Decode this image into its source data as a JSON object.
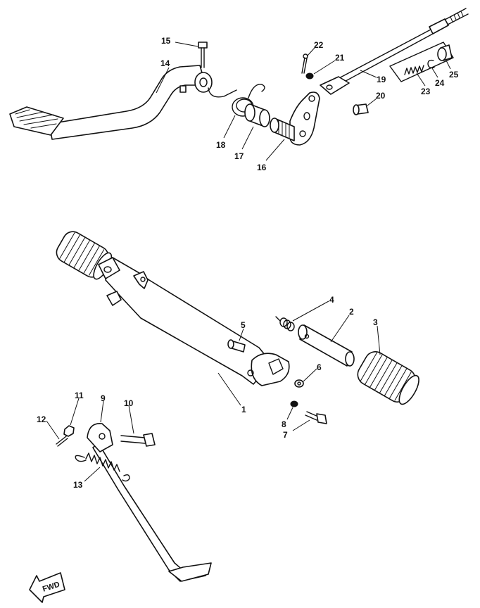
{
  "callouts": {
    "c1": "1",
    "c2": "2",
    "c3": "3",
    "c4": "4",
    "c5": "5",
    "c6": "6",
    "c7": "7",
    "c8": "8",
    "c9": "9",
    "c10": "10",
    "c11": "11",
    "c12": "12",
    "c13": "13",
    "c14": "14",
    "c15": "15",
    "c16": "16",
    "c17": "17",
    "c18": "18",
    "c19": "19",
    "c20": "20",
    "c21": "21",
    "c22": "22",
    "c23": "23",
    "c24": "24",
    "c25": "25"
  },
  "fwd_label": "FWD"
}
